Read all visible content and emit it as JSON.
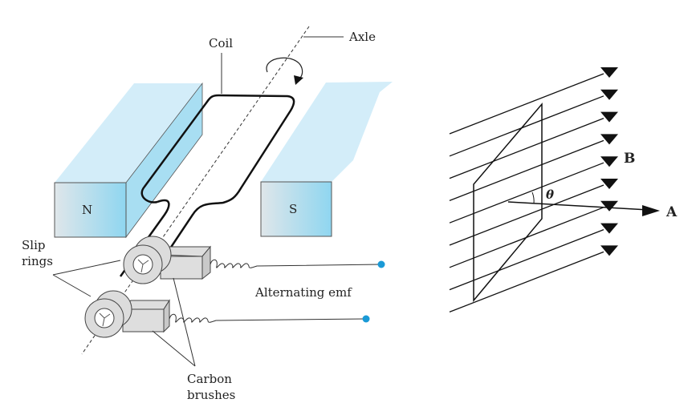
{
  "generator": {
    "labels": {
      "coil": "Coil",
      "axle": "Axle",
      "north": "N",
      "south": "S",
      "slip_rings_line1": "Slip",
      "slip_rings_line2": "rings",
      "alternating_emf": "Alternating emf",
      "carbon_brushes_line1": "Carbon",
      "carbon_brushes_line2": "brushes"
    },
    "colors": {
      "magnet": "#a8def2",
      "magnet_top": "#d6effa",
      "terminal": "#1a9ad6",
      "ring": "#dcdcdc"
    }
  },
  "flux_diagram": {
    "labels": {
      "field": "B",
      "area_vector": "A",
      "angle": "θ"
    },
    "field_line_count": 9
  }
}
